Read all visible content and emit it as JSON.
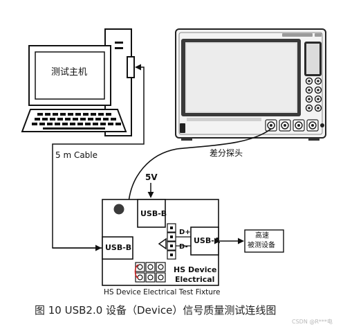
{
  "labels": {
    "host_pc": "测试主机",
    "cable": "5 m Cable",
    "probe": "差分探头",
    "voltage": "5V",
    "usb_b_top": "USB-B",
    "usb_b_left": "USB-B",
    "usb_a": "USB-A",
    "d_plus": "D+",
    "d_minus": "D-",
    "dut_line1": "高速",
    "dut_line2": "被测设备",
    "fixture_title_1": "HS Device",
    "fixture_title_2": "Electrical",
    "fixture_caption": "HS Device Electrical Test Fixture",
    "figure_caption": "图  10 USB2.0 设备（Device）信号质量测试连线图",
    "watermark": "CSDN @R***电"
  },
  "colors": {
    "line": "#111111",
    "scope_body": "#f2f2f2",
    "scope_bezel": "#3a3a3a",
    "screen": "#dcdcdc",
    "screen_display": "#eeeeee",
    "led_red": "#cc2222"
  }
}
